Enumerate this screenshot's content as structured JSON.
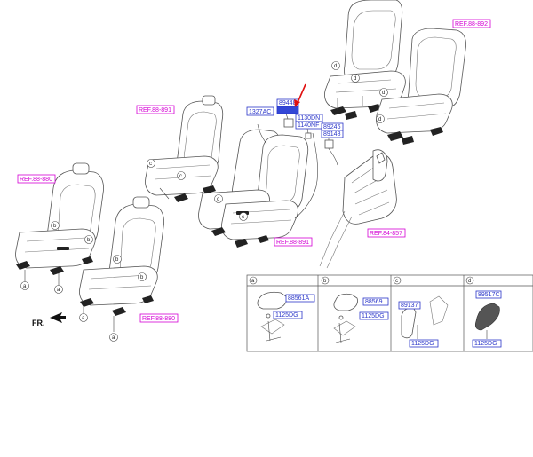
{
  "refs": {
    "rear_right_seat": "REF.88-892",
    "second_row_left": "REF.88-891",
    "front_left": "REF.88-880",
    "front_right": "REF.88-880",
    "second_row_bench": "REF.88-891",
    "trim_panel": "REF.84-857"
  },
  "parts": {
    "p1327AC": "1327AC",
    "p89448": "89448",
    "p89448b": "",
    "p1130DN": "1130DN",
    "p1140NF": "1140NF",
    "p89246": "89246",
    "p89148": "89148",
    "detail_a_part": "88561A",
    "detail_a_bolt": "1125DG",
    "detail_b_part": "88569",
    "detail_b_bolt": "1125DG",
    "detail_c_part": "89137",
    "detail_c_bolt": "1125DG",
    "detail_d_part": "89517C",
    "detail_d_bolt": "1125DG"
  },
  "letters": {
    "a": "a",
    "b": "b",
    "c": "c",
    "d": "d"
  },
  "direction_label": "FR."
}
